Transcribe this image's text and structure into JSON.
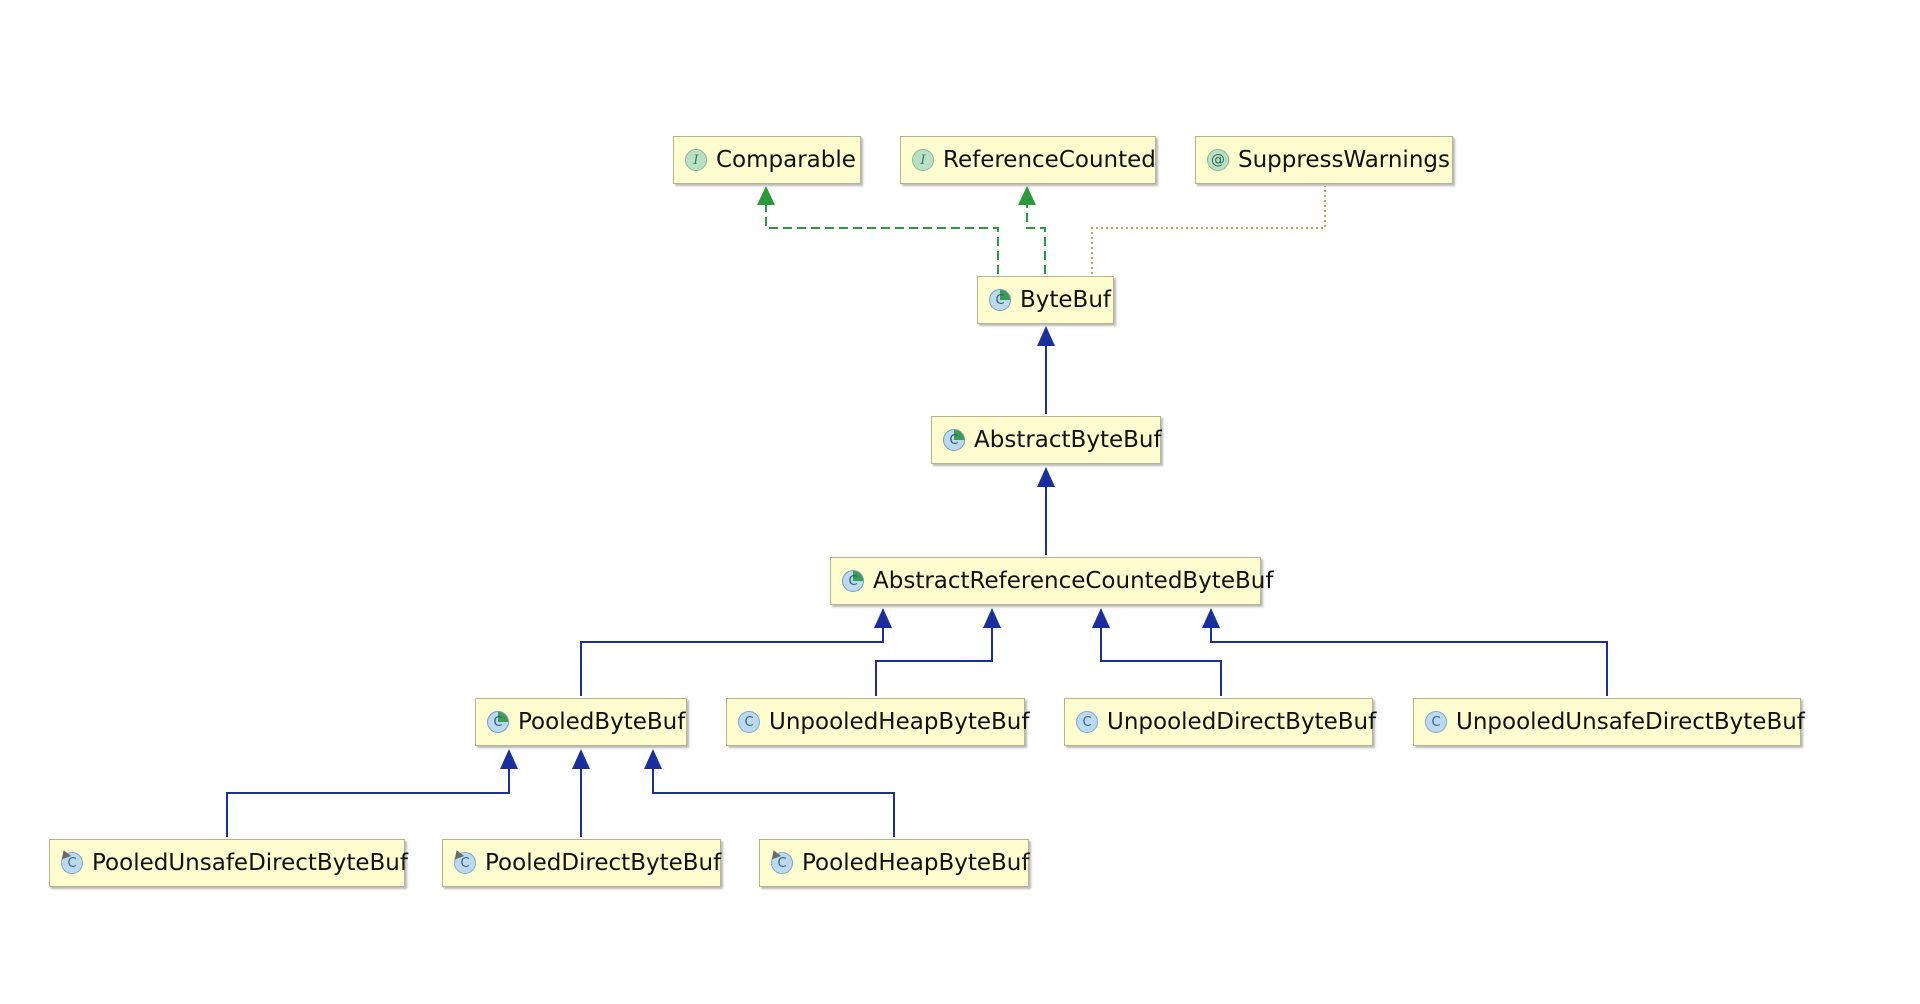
{
  "diagram": {
    "nodes": {
      "comparable": {
        "label": "Comparable",
        "kind": "interface",
        "icon_glyph": "I"
      },
      "reference_counted": {
        "label": "ReferenceCounted",
        "kind": "interface",
        "icon_glyph": "I"
      },
      "suppress_warnings": {
        "label": "SuppressWarnings",
        "kind": "annotation",
        "icon_glyph": "@"
      },
      "bytebuf": {
        "label": "ByteBuf",
        "kind": "abstract-class",
        "icon_glyph": "C"
      },
      "abstract_bytebuf": {
        "label": "AbstractByteBuf",
        "kind": "abstract-class",
        "icon_glyph": "C"
      },
      "abstract_refcounted_bytebuf": {
        "label": "AbstractReferenceCountedByteBuf",
        "kind": "abstract-class",
        "icon_glyph": "C"
      },
      "pooled_bytebuf": {
        "label": "PooledByteBuf",
        "kind": "abstract-class",
        "icon_glyph": "C"
      },
      "unpooled_heap_bytebuf": {
        "label": "UnpooledHeapByteBuf",
        "kind": "class",
        "icon_glyph": "C"
      },
      "unpooled_direct_bytebuf": {
        "label": "UnpooledDirectByteBuf",
        "kind": "class",
        "icon_glyph": "C"
      },
      "unpooled_unsafe_direct_bytebuf": {
        "label": "UnpooledUnsafeDirectByteBuf",
        "kind": "class",
        "icon_glyph": "C"
      },
      "pooled_unsafe_direct_bytebuf": {
        "label": "PooledUnsafeDirectByteBuf",
        "kind": "final-class",
        "icon_glyph": "C"
      },
      "pooled_direct_bytebuf": {
        "label": "PooledDirectByteBuf",
        "kind": "final-class",
        "icon_glyph": "C"
      },
      "pooled_heap_bytebuf": {
        "label": "PooledHeapByteBuf",
        "kind": "final-class",
        "icon_glyph": "C"
      }
    },
    "edges": [
      {
        "from": "bytebuf",
        "to": "comparable",
        "relation": "implements"
      },
      {
        "from": "bytebuf",
        "to": "reference_counted",
        "relation": "implements"
      },
      {
        "from": "bytebuf",
        "to": "suppress_warnings",
        "relation": "annotated-with"
      },
      {
        "from": "abstract_bytebuf",
        "to": "bytebuf",
        "relation": "extends"
      },
      {
        "from": "abstract_refcounted_bytebuf",
        "to": "abstract_bytebuf",
        "relation": "extends"
      },
      {
        "from": "pooled_bytebuf",
        "to": "abstract_refcounted_bytebuf",
        "relation": "extends"
      },
      {
        "from": "unpooled_heap_bytebuf",
        "to": "abstract_refcounted_bytebuf",
        "relation": "extends"
      },
      {
        "from": "unpooled_direct_bytebuf",
        "to": "abstract_refcounted_bytebuf",
        "relation": "extends"
      },
      {
        "from": "unpooled_unsafe_direct_bytebuf",
        "to": "abstract_refcounted_bytebuf",
        "relation": "extends"
      },
      {
        "from": "pooled_unsafe_direct_bytebuf",
        "to": "pooled_bytebuf",
        "relation": "extends"
      },
      {
        "from": "pooled_direct_bytebuf",
        "to": "pooled_bytebuf",
        "relation": "extends"
      },
      {
        "from": "pooled_heap_bytebuf",
        "to": "pooled_bytebuf",
        "relation": "extends"
      }
    ],
    "colors": {
      "extends_line": "#1b2f9c",
      "implements_line": "#2a9a3a",
      "annotation_line": "#b6ad52",
      "node_fill": "#fdfdcf",
      "node_border": "#b8b38c"
    }
  }
}
